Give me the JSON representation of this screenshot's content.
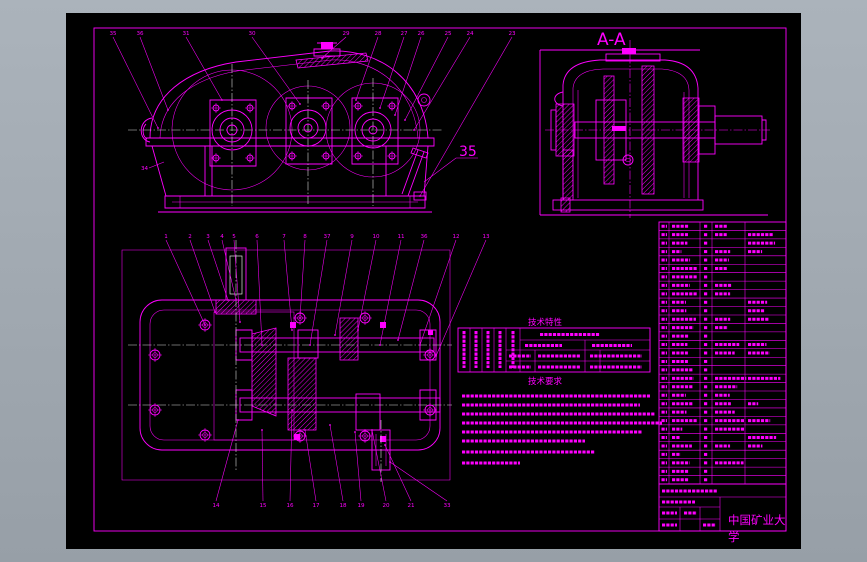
{
  "drawing": {
    "section_label": "A-A",
    "callout_label": "35"
  },
  "front_view": {
    "labels": [
      "35",
      "36",
      "31",
      "30",
      "29",
      "28",
      "27",
      "26",
      "25",
      "24",
      "23"
    ],
    "side_label": "34"
  },
  "plan_view": {
    "top_labels": [
      "1",
      "2",
      "3",
      "4",
      "5",
      "6",
      "7",
      "8",
      "37",
      "9",
      "10",
      "11",
      "36",
      "12",
      "13"
    ],
    "bottom_labels": [
      "14",
      "15",
      "16",
      "17",
      "18",
      "19",
      "20",
      "21",
      "33"
    ]
  },
  "notes": {
    "tech_characteristics_title": "技术特性",
    "tech_requirements_title": "技术要求"
  },
  "title_block": {
    "school_line1": "中国矿业大",
    "school_line2": "学"
  },
  "colors": {
    "viewport": "#a2aab2",
    "canvas": "#000000",
    "line": "#ff00ff",
    "centerline": "#d8d8d8"
  }
}
